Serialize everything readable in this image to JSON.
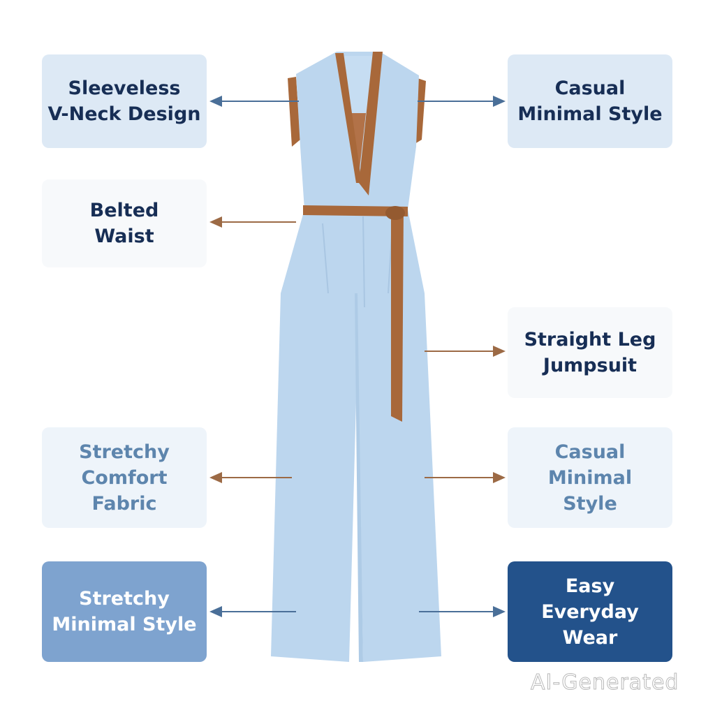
{
  "callouts": {
    "left": [
      {
        "lines": [
          "Sleeveless",
          "V-Neck Design"
        ]
      },
      {
        "lines": [
          "Belted",
          "Waist"
        ]
      },
      {
        "lines": [
          "Stretchy",
          "Comfort",
          "Fabric"
        ]
      },
      {
        "lines": [
          "Stretchy",
          "Minimal Style"
        ]
      }
    ],
    "right": [
      {
        "lines": [
          "Casual",
          "Minimal Style"
        ]
      },
      {
        "lines": [
          "Straight Leg",
          "Jumpsuit"
        ]
      },
      {
        "lines": [
          "Casual",
          "Minimal",
          "Style"
        ]
      },
      {
        "lines": [
          "Easy",
          "Everyday",
          "Wear"
        ]
      }
    ]
  },
  "colors": {
    "fabric": "#bcd6ee",
    "trim": "#a8683a",
    "arrow_blue": "#4a6f98",
    "arrow_brown": "#9c6a45"
  },
  "watermark": "AI-Generated"
}
